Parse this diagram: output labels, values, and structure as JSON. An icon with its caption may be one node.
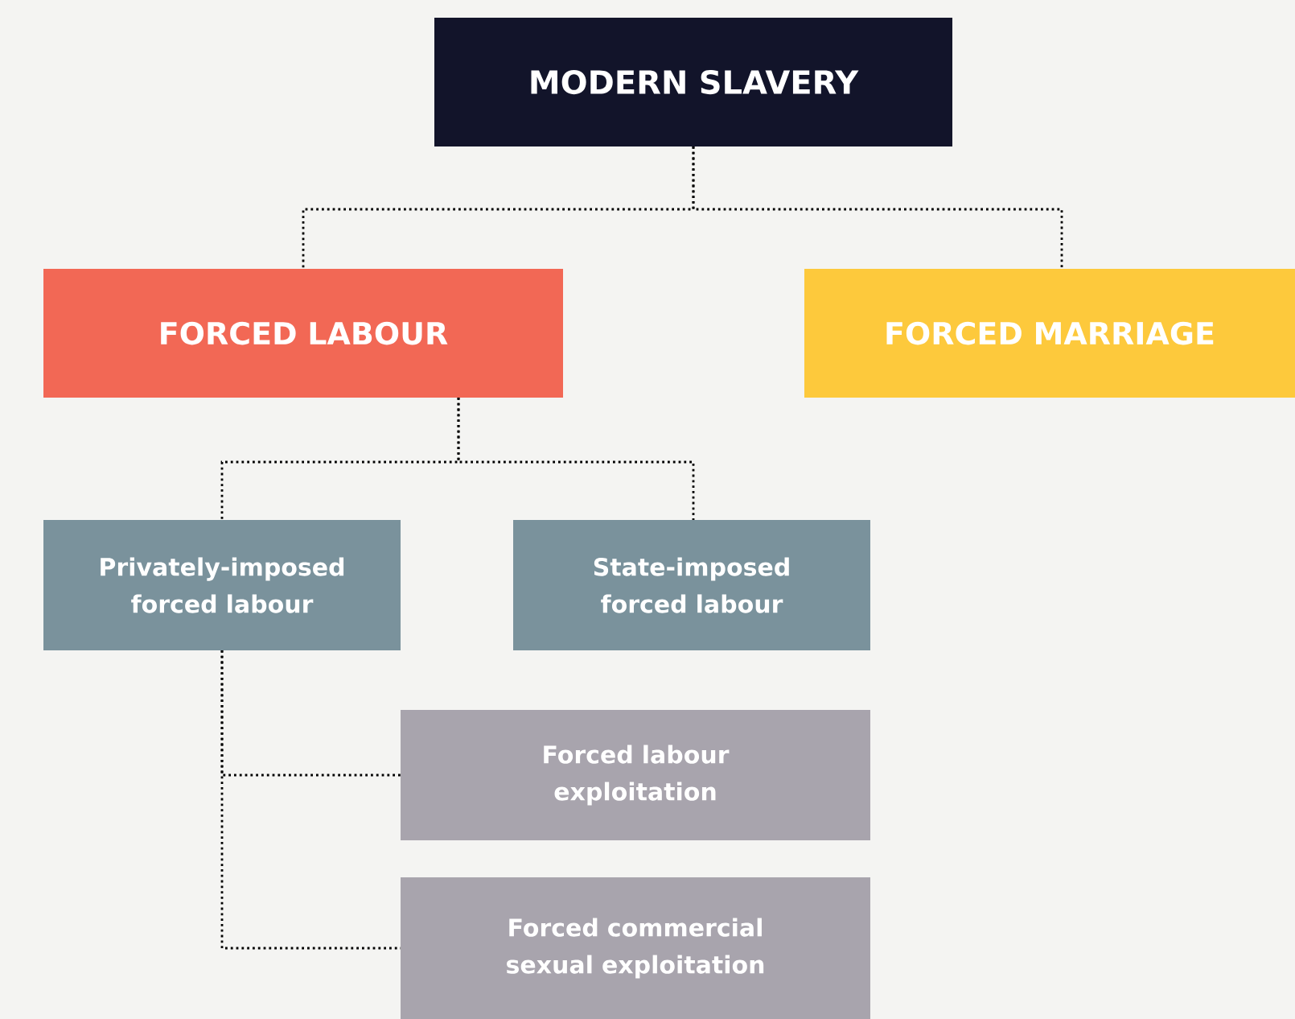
{
  "diagram": {
    "nodes": [
      {
        "text": [
          "MODERN SLAVERY"
        ]
      },
      {
        "text": [
          "FORCED LABOUR"
        ]
      },
      {
        "text": [
          "FORCED MARRIAGE"
        ]
      },
      {
        "text": [
          "Privately-imposed forced labour"
        ]
      },
      {
        "text": [
          "State-imposed forced labour"
        ]
      },
      {
        "text": [
          "Forced labour exploitation"
        ]
      },
      {
        "text": [
          "Forced commercial sexual exploitation"
        ]
      }
    ],
    "edges": [
      {
        "from": 0,
        "to": 1,
        "arrow": "none"
      },
      {
        "from": 0,
        "to": 2,
        "arrow": "none"
      },
      {
        "from": 1,
        "to": 3,
        "arrow": "none"
      },
      {
        "from": 1,
        "to": 4,
        "arrow": "none"
      },
      {
        "from": 3,
        "to": 5,
        "arrow": "none"
      },
      {
        "from": 3,
        "to": 6,
        "arrow": "none"
      }
    ]
  }
}
